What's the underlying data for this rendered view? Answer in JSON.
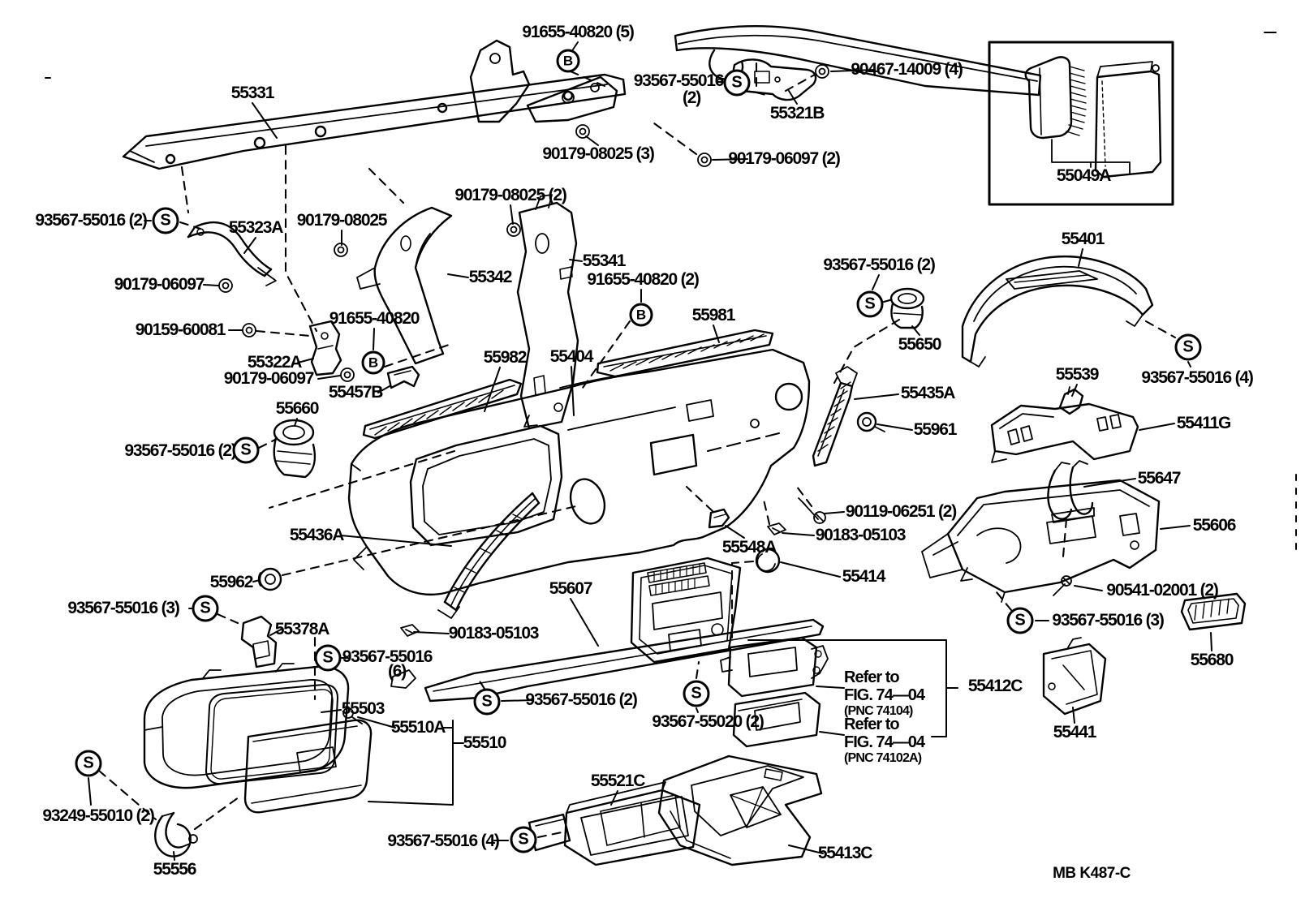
{
  "figure_code": "MB K487-C",
  "symbols": {
    "screw": "S",
    "bolt": "B"
  },
  "labels": {
    "n91655_40820_5": "91655-40820 (5)",
    "n93567_55016_2_top": "93567-55016",
    "c2_top": "(2)",
    "n90467_14009_4": "90467-14009 (4)",
    "n55321B": "55321B",
    "n90179_08025_3": "90179-08025 (3)",
    "n90179_06097_2": "90179-06097 (2)",
    "n55049A": "55049A",
    "n55331": "55331",
    "n93567_55016_2_left": "93567-55016 (2)",
    "n55323A": "55323A",
    "n90179_08025_b": "90179-08025",
    "n90179_06097_left": "90179-06097",
    "n90179_08025_2": "90179-08025 (2)",
    "n55341": "55341",
    "n91655_40820_2": "91655-40820 (2)",
    "n55342": "55342",
    "n90159_60081": "90159-60081",
    "n91655_40820": "91655-40820",
    "n55322A": "55322A",
    "n90179_06097_b": "90179-06097",
    "n55457B": "55457B",
    "n55660": "55660",
    "n93567_55016_2_mid": "93567-55016 (2)",
    "n55982": "55982",
    "n55404": "55404",
    "n55981": "55981",
    "n93567_55016_2_right": "93567-55016 (2)",
    "n55650": "55650",
    "n55401": "55401",
    "n55435A": "55435A",
    "n55961": "55961",
    "n55539": "55539",
    "n93567_55016_4_right": "93567-55016 (4)",
    "n55411G": "55411G",
    "n55647": "55647",
    "n55606": "55606",
    "n90119_06251_2": "90119-06251 (2)",
    "n90183_05103_right": "90183-05103",
    "n55548A": "55548A",
    "n55414": "55414",
    "n55436A": "55436A",
    "n55962": "55962",
    "n93567_55016_3_left": "93567-55016 (3)",
    "n55378A": "55378A",
    "n90183_05103_left": "90183-05103",
    "n93567_55016_6": "93567-55016",
    "c6": "(6)",
    "n93567_55016_2_strip": "93567-55016 (2)",
    "n55503": "55503",
    "n55510A": "55510A",
    "n55510": "55510",
    "n55607": "55607",
    "n90541_02001_2": "90541-02001 (2)",
    "n93567_55016_3_right": "93567-55016 (3)",
    "n55680": "55680",
    "n55412C": "55412C",
    "n93567_55020_2": "93567-55020 (2)",
    "n55441": "55441",
    "n93249_55010_2": "93249-55010 (2)",
    "n55556": "55556",
    "n55521C": "55521C",
    "n93567_55016_4_bottom": "93567-55016 (4)",
    "n55413C": "55413C"
  },
  "refer_notes": {
    "r1": {
      "line1": "Refer to",
      "line2": "FIG. 74—04",
      "line3": "(PNC 74104)"
    },
    "r2": {
      "line1": "Refer to",
      "line2": "FIG. 74—04",
      "line3": "(PNC 74102A)"
    }
  }
}
